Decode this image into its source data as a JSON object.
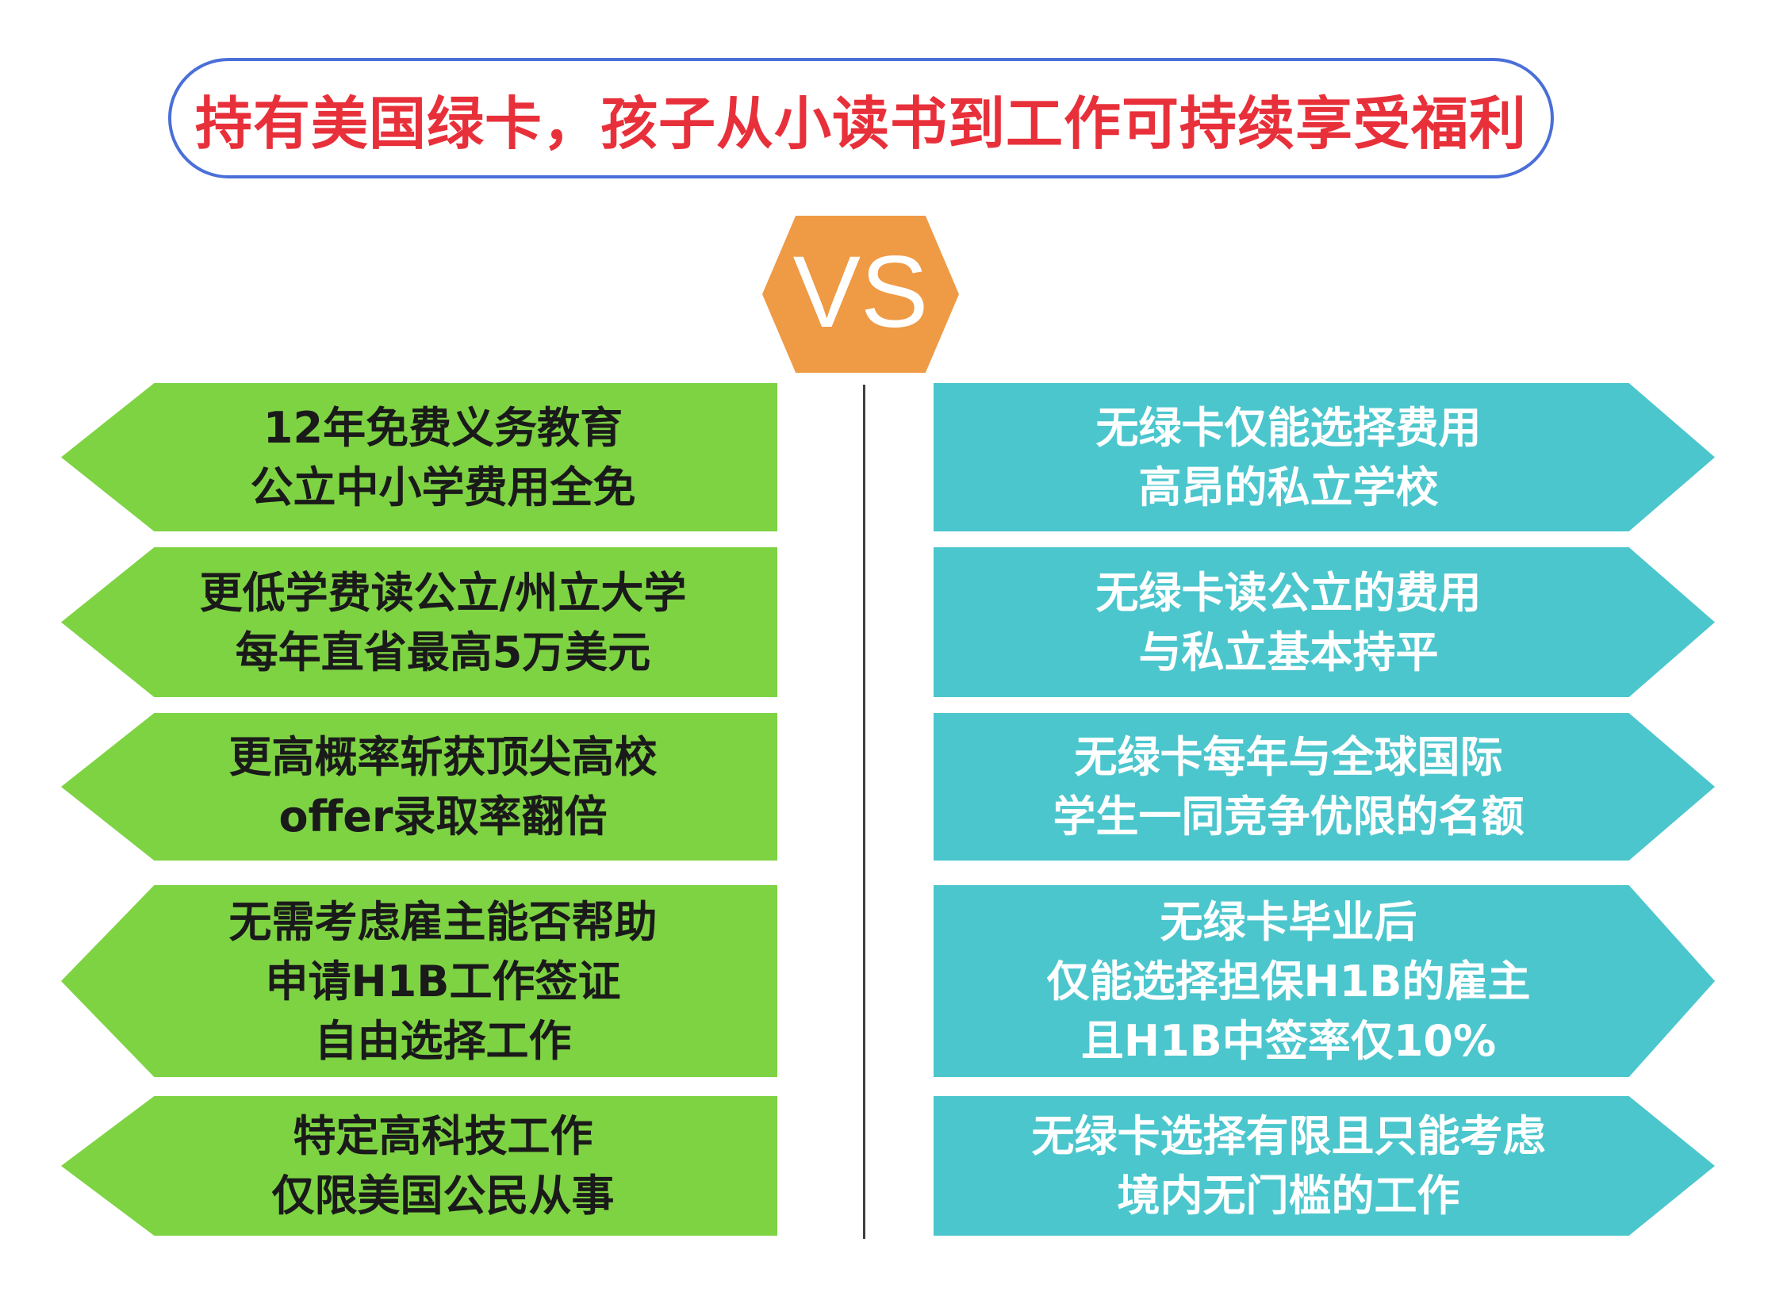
{
  "title": "持有美国绿卡，孩子从小读书到工作可持续享受福利",
  "vs_label": "VS",
  "colors": {
    "title_text": "#e8303a",
    "title_border": "#4a6fd8",
    "vs_hex": "#ef9a45",
    "left_arrow": "#7ed343",
    "right_arrow": "#4bc6cd"
  },
  "icons": [
    "hexagon-shape",
    "left-arrow-shape",
    "right-arrow-shape"
  ],
  "left_items": [
    {
      "lines": [
        "12年免费义务教育",
        "公立中小学费用全免"
      ]
    },
    {
      "lines": [
        "更低学费读公立/州立大学",
        "每年直省最高5万美元"
      ]
    },
    {
      "lines": [
        "更高概率斩获顶尖高校",
        "offer录取率翻倍"
      ]
    },
    {
      "lines": [
        "无需考虑雇主能否帮助",
        "申请H1B工作签证",
        "自由选择工作"
      ]
    },
    {
      "lines": [
        "特定高科技工作",
        "仅限美国公民从事"
      ]
    }
  ],
  "right_items": [
    {
      "lines": [
        "无绿卡仅能选择费用",
        "高昂的私立学校"
      ]
    },
    {
      "lines": [
        "无绿卡读公立的费用",
        "与私立基本持平"
      ]
    },
    {
      "lines": [
        "无绿卡每年与全球国际",
        "学生一同竞争优限的名额"
      ]
    },
    {
      "lines": [
        "无绿卡毕业后",
        "仅能选择担保H1B的雇主",
        "且H1B中签率仅10%"
      ]
    },
    {
      "lines": [
        "无绿卡选择有限且只能考虑",
        "境内无门槛的工作"
      ]
    }
  ]
}
